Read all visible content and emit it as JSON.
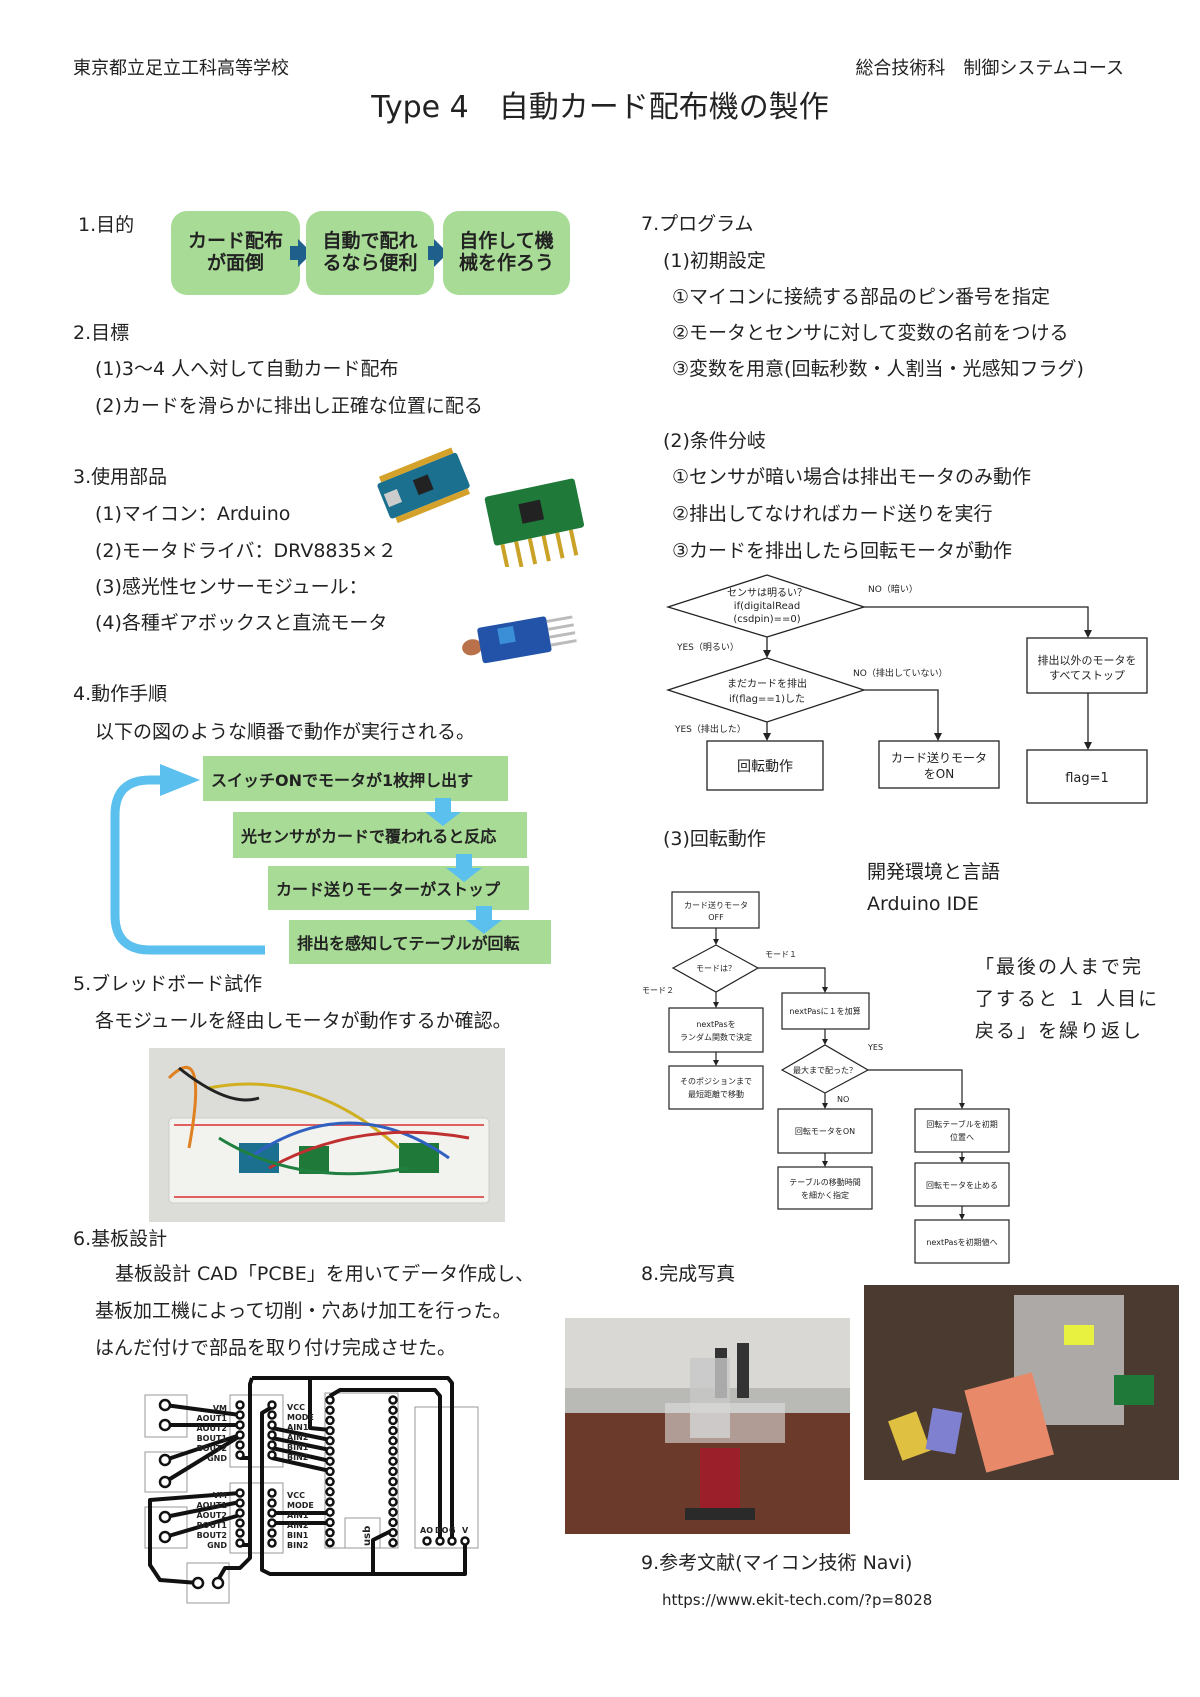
{
  "header": {
    "school": "東京都立足立工科高等学校",
    "course": "総合技術科　制御システムコース",
    "title": "Type 4　自動カード配布機の製作"
  },
  "purpose": {
    "heading": "1.目的",
    "boxes": [
      "カード配布\nが面倒",
      "自動で配れ\nるなら便利",
      "自作して機\n械を作ろう"
    ]
  },
  "goals": {
    "heading": "2.目標",
    "items": [
      "(1)3～4 人へ対して自動カード配布",
      "(2)カードを滑らかに排出し正確な位置に配る"
    ]
  },
  "parts": {
    "heading": "3.使用部品",
    "items": [
      "(1)マイコン：Arduino",
      "(2)モータドライバ：DRV8835×２",
      "(3)感光性センサーモジュール：",
      "(4)各種ギアボックスと直流モータ"
    ]
  },
  "procedure": {
    "heading": "4.動作手順",
    "description": "以下の図のような順番で動作が実行される。",
    "steps": [
      "スイッチONでモータが1枚押し出す",
      "光センサがカードで覆われると反応",
      "カード送りモーターがストップ",
      "排出を感知してテーブルが回転"
    ]
  },
  "breadboard": {
    "heading": "5.ブレッドボード試作",
    "description": "各モジュールを経由しモータが動作するか確認。"
  },
  "pcb": {
    "heading": "6.基板設計",
    "lines": [
      "基板設計 CAD「PCBE」を用いてデータ作成し、",
      "基板加工機によって切削・穴あけ加工を行った。",
      "はんだ付けで部品を取り付け完成させた。"
    ],
    "driver_left_labels": [
      "VM",
      "AOUT1",
      "AOUT2",
      "BOUT1",
      "BOUT2",
      "GND"
    ],
    "driver_right_labels": [
      "VCC",
      "MODE",
      "AIN1",
      "AIN2",
      "BIN1",
      "BIN2"
    ],
    "usb_label": "usb",
    "sensor_labels": [
      "AO",
      "DO",
      "G",
      "V"
    ]
  },
  "program": {
    "heading": "7.プログラム",
    "init": {
      "heading": "(1)初期設定",
      "items": [
        "①マイコンに接続する部品のピン番号を指定",
        "②モータとセンサに対して変数の名前をつける",
        "③変数を用意(回転秒数・人割当・光感知フラグ)"
      ]
    },
    "branch": {
      "heading": "(2)条件分岐",
      "items": [
        "①センサが暗い場合は排出モータのみ動作",
        "②排出してなければカード送りを実行",
        "③カードを排出したら回転モータが動作"
      ],
      "flow": {
        "d1": [
          "センサは明るい？",
          "if(digitalRead",
          "(csdpin)==0)"
        ],
        "d2": [
          "まだカードを排出",
          "if(flag==1)した"
        ],
        "no1": "NO（暗い）",
        "yes1": "YES（明るい）",
        "no2": "NO（排出していない）",
        "yes2": "YES（排出した）",
        "box_rotate": "回転動作",
        "box_feed": [
          "カード送りモータ",
          "をON"
        ],
        "box_stop": [
          "排出以外のモータを",
          "すべてストップ"
        ],
        "box_flag": "flag=1"
      }
    },
    "rotation": {
      "heading": "(3)回転動作",
      "env_heading": "開発環境と言語",
      "env_value": "Arduino IDE",
      "note": [
        "「最後の人まで完",
        "了すると １ 人目に",
        "戻る」を繰り返し"
      ],
      "flow": {
        "start": [
          "カード送りモータ",
          "OFF"
        ],
        "mode_q": "モードは？",
        "mode1": "モード１",
        "mode2": "モード２",
        "random": [
          "nextPasを",
          "ランダム関数で決定"
        ],
        "move": [
          "そのポジションまで",
          "最短距離で移動"
        ],
        "add": "nextPasに１を加算",
        "max_q": "最大まで配った？",
        "yes": "YES",
        "no": "NO",
        "motor_on": "回転モータをON",
        "time": [
          "テーブルの移動時間",
          "を細かく指定"
        ],
        "reset_table": [
          "回転テーブルを初期",
          "位置へ"
        ],
        "stop_motor": "回転モータを止める",
        "reset_pas": "nextPasを初期値へ"
      }
    }
  },
  "photos": {
    "heading": "8.完成写真"
  },
  "references": {
    "heading": "9.参考文献(マイコン技術 Navi)",
    "url": "https://www.ekit-tech.com/?p=8028"
  },
  "colors": {
    "green_box": "#a8dc96",
    "arrow_dark": "#1f5f8b",
    "arrow_light": "#5bc0ee"
  }
}
